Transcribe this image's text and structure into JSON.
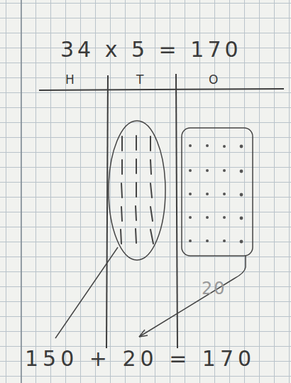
{
  "diagram": {
    "title": "34 x 5 = 170",
    "labels": [
      "H",
      "T",
      "O",
      "20",
      "150 + 20 = 170"
    ]
  }
}
